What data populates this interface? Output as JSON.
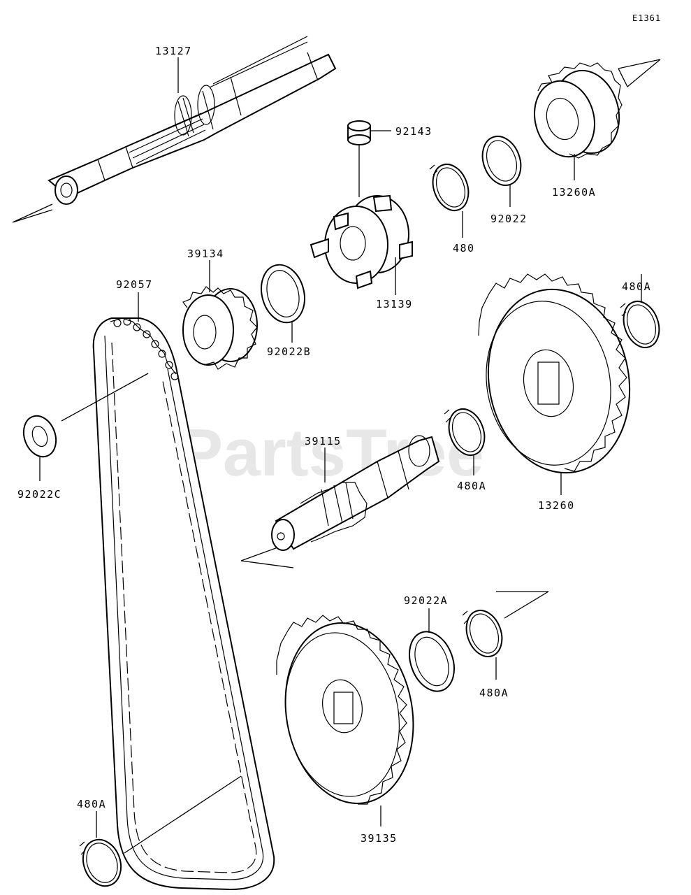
{
  "diagram": {
    "code": "E1361",
    "watermark": "PartsTree",
    "labels": {
      "p13127": "13127",
      "p92143": "92143",
      "p13260A": "13260A",
      "p92022": "92022",
      "p480": "480",
      "p13139": "13139",
      "p39134": "39134",
      "p92057": "92057",
      "p92022B": "92022B",
      "p480A_top": "480A",
      "p92022C": "92022C",
      "p39115": "39115",
      "p480A_mid": "480A",
      "p13260": "13260",
      "p92022A": "92022A",
      "p480A_right": "480A",
      "p39135": "39135",
      "p480A_bottom": "480A"
    }
  }
}
